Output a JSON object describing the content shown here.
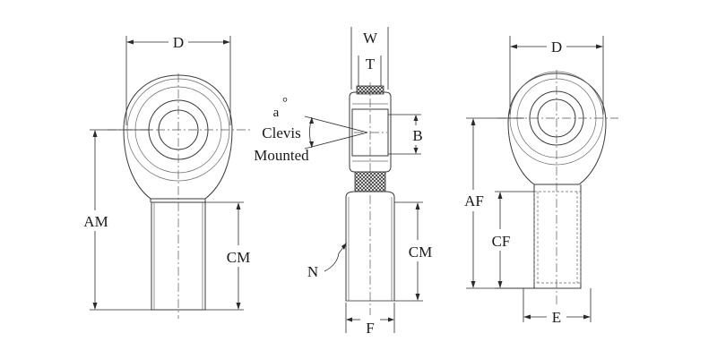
{
  "labels": {
    "left_d": "D",
    "left_am": "AM",
    "left_cm": "CM",
    "mid_w": "W",
    "mid_t": "T",
    "mid_a": "a",
    "mid_deg": "°",
    "mid_clevis": "Clevis",
    "mid_mounted": "Mounted",
    "mid_b": "B",
    "mid_n": "N",
    "mid_cm": "CM",
    "mid_f": "F",
    "right_d": "D",
    "right_af": "AF",
    "right_cf": "CF",
    "right_e": "E"
  },
  "colors": {
    "line": "#3a3a3a",
    "text": "#1a1a1a",
    "background": "#ffffff"
  }
}
